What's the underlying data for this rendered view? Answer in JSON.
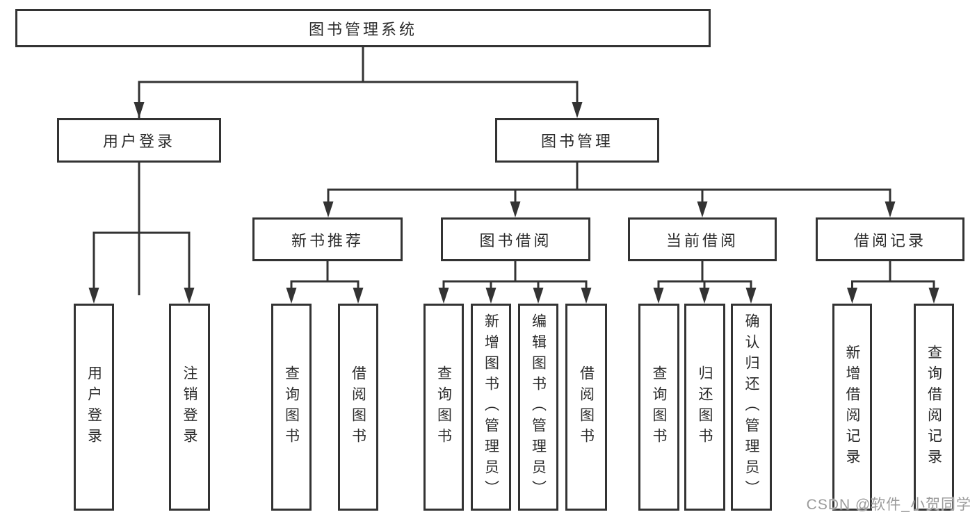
{
  "tree": {
    "label": "图书管理系统",
    "children": [
      {
        "label": "用户登录",
        "children": [
          {
            "label": "用户登录"
          },
          {
            "label": "注销登录"
          }
        ]
      },
      {
        "label": "图书管理",
        "children": [
          {
            "label": "新书推荐",
            "children": [
              {
                "label": "查询图书"
              },
              {
                "label": "借阅图书"
              }
            ]
          },
          {
            "label": "图书借阅",
            "children": [
              {
                "label": "查询图书"
              },
              {
                "label": "新增图书（管理员）"
              },
              {
                "label": "编辑图书（管理员）"
              },
              {
                "label": "借阅图书"
              }
            ]
          },
          {
            "label": "当前借阅",
            "children": [
              {
                "label": "查询图书"
              },
              {
                "label": "归还图书"
              },
              {
                "label": "确认归还（管理员）"
              }
            ]
          },
          {
            "label": "借阅记录",
            "children": [
              {
                "label": "新增借阅记录"
              },
              {
                "label": "查询借阅记录"
              }
            ]
          }
        ]
      }
    ]
  },
  "watermark": "CSDN @软件_小贺同学",
  "colors": {
    "line": "#333333",
    "text": "#2b2b2b",
    "background": "#ffffff",
    "watermark": "#9b9b9b"
  }
}
